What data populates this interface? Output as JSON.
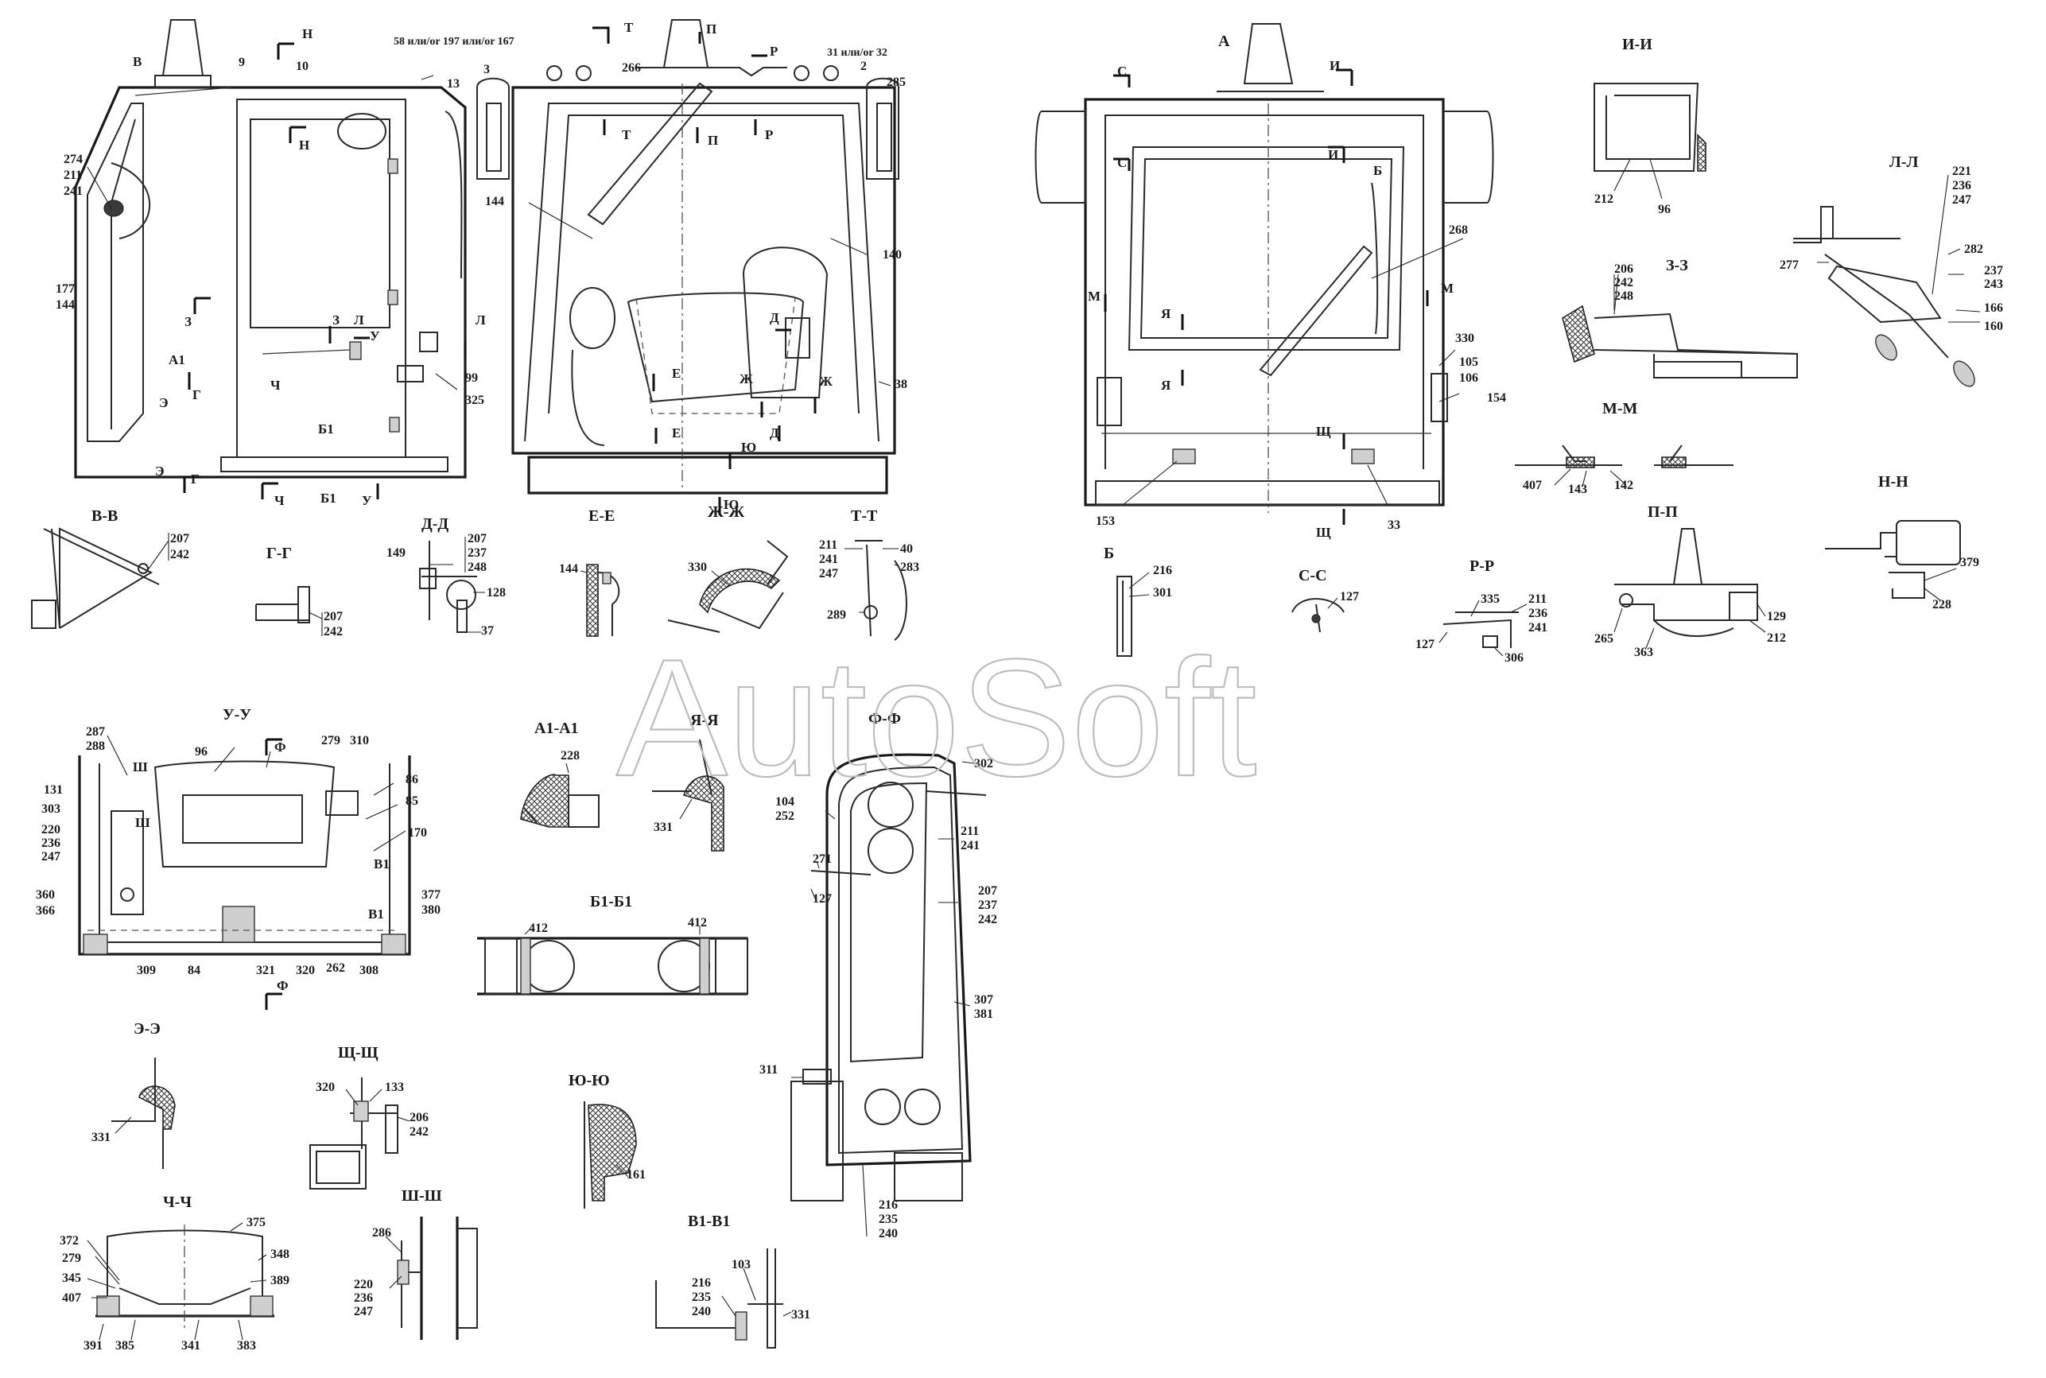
{
  "watermark": "AutoSoft",
  "views": {
    "side": {
      "labels": [
        "В",
        "Н",
        "9",
        "10",
        "Н",
        "13",
        "274",
        "211",
        "241",
        "177",
        "144",
        "З",
        "А1",
        "Э",
        "Г",
        "Ч",
        "З",
        "Л",
        "У",
        "Л",
        "99",
        "325",
        "Б1",
        "Э",
        "Г",
        "Ч",
        "Б1",
        "У"
      ],
      "top_note": "58 или/or 197 или/or 167"
    },
    "rear": {
      "labels": [
        "Т",
        "П",
        "Р",
        "31 или/or 32",
        "2",
        "285",
        "3",
        "266",
        "Т",
        "П",
        "Р",
        "144",
        "140",
        "Д",
        "Е",
        "Ж",
        "Ж",
        "38",
        "Е",
        "Ю",
        "Д",
        "Ю"
      ]
    },
    "front": {
      "title": "А",
      "labels": [
        "С",
        "И",
        "С",
        "И",
        "Б",
        "268",
        "М",
        "М",
        "Я",
        "Я",
        "330",
        "105",
        "106",
        "154",
        "Щ",
        "153",
        "Щ",
        "33"
      ]
    }
  },
  "sections": {
    "vv": {
      "title": "В-В",
      "parts": [
        "207",
        "242"
      ]
    },
    "gg": {
      "title": "Г-Г",
      "parts": [
        "207",
        "242"
      ]
    },
    "dd": {
      "title": "Д-Д",
      "parts": [
        "149",
        "207",
        "237",
        "248",
        "128",
        "37"
      ]
    },
    "ee": {
      "title": "Е-Е",
      "parts": [
        "144"
      ]
    },
    "zhzh": {
      "title": "Ж-Ж",
      "parts": [
        "330"
      ]
    },
    "tt": {
      "title": "Т-Т",
      "parts": [
        "211",
        "241",
        "247",
        "40",
        "283",
        "289"
      ]
    },
    "b": {
      "title": "Б",
      "parts": [
        "216",
        "301"
      ]
    },
    "ss": {
      "title": "С-С",
      "parts": [
        "127"
      ]
    },
    "rr": {
      "title": "Р-Р",
      "parts": [
        "335",
        "211",
        "236",
        "241",
        "127",
        "306"
      ]
    },
    "ii": {
      "title": "И-И",
      "parts": [
        "212",
        "96"
      ]
    },
    "zz": {
      "title": "З-З",
      "parts": [
        "206",
        "242",
        "248"
      ]
    },
    "ll": {
      "title": "Л-Л",
      "parts": [
        "221",
        "236",
        "247",
        "277",
        "282",
        "237",
        "243",
        "166",
        "160"
      ]
    },
    "mm": {
      "title": "М-М",
      "parts": [
        "407",
        "143",
        "142"
      ]
    },
    "pp": {
      "title": "П-П",
      "parts": [
        "265",
        "363",
        "129",
        "212"
      ]
    },
    "nn": {
      "title": "Н-Н",
      "parts": [
        "379",
        "228"
      ]
    },
    "uu": {
      "title": "У-У",
      "parts": [
        "287",
        "288",
        "96",
        "279",
        "310",
        "Ш",
        "Ш",
        "131",
        "303",
        "220",
        "236",
        "247",
        "86",
        "85",
        "170",
        "В1",
        "В1",
        "360",
        "366",
        "377",
        "380",
        "309",
        "84",
        "321",
        "320",
        "262",
        "308",
        "Ф",
        "Ф"
      ]
    },
    "a1": {
      "title": "А1-А1",
      "parts": [
        "228"
      ]
    },
    "yaya": {
      "title": "Я-Я",
      "parts": [
        "331"
      ]
    },
    "ff": {
      "title": "Ф-Ф",
      "parts": [
        "302",
        "104",
        "252",
        "211",
        "241",
        "271",
        "127",
        "207",
        "237",
        "242",
        "307",
        "381",
        "311",
        "216",
        "235",
        "240"
      ]
    },
    "b1": {
      "title": "Б1-Б1",
      "parts": [
        "412",
        "412"
      ]
    },
    "ee2": {
      "title": "Э-Э",
      "parts": [
        "331"
      ]
    },
    "shch": {
      "title": "Щ-Щ",
      "parts": [
        "320",
        "133",
        "206",
        "242"
      ]
    },
    "yuyu": {
      "title": "Ю-Ю",
      "parts": [
        "161"
      ]
    },
    "chch": {
      "title": "Ч-Ч",
      "parts": [
        "372",
        "279",
        "345",
        "407",
        "375",
        "348",
        "389",
        "391",
        "385",
        "341",
        "383"
      ]
    },
    "shsh": {
      "title": "Ш-Ш",
      "parts": [
        "286",
        "220",
        "236",
        "247"
      ]
    },
    "v1": {
      "title": "В1-В1",
      "parts": [
        "103",
        "216",
        "235",
        "240",
        "331"
      ]
    }
  }
}
